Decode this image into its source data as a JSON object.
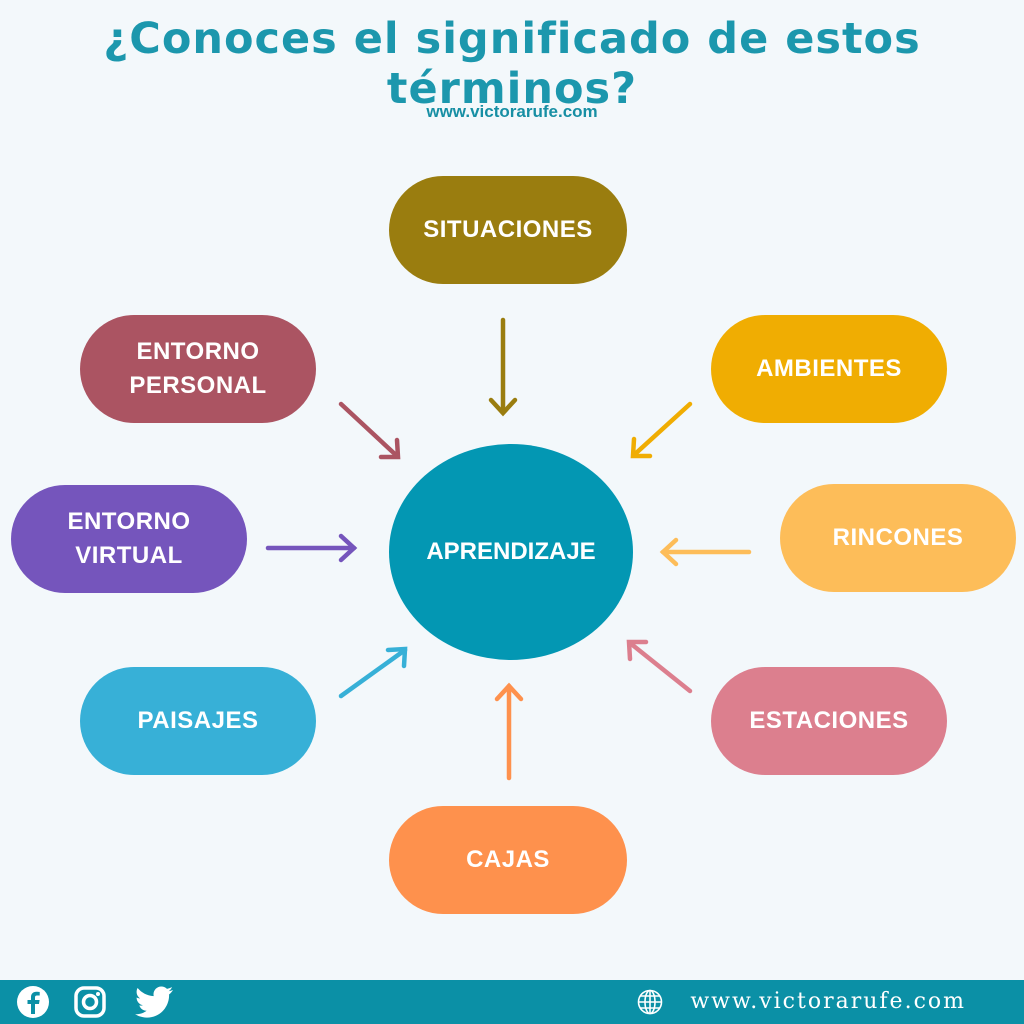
{
  "header": {
    "title": "¿Conoces el significado de estos términos?",
    "website": "www.victorarufe.com"
  },
  "diagram": {
    "center": {
      "label": "APRENDIZAJE",
      "color": "#0397b3"
    },
    "nodes": [
      {
        "id": "situaciones",
        "label": "SITUACIONES",
        "color": "#9a7d0f"
      },
      {
        "id": "ambientes",
        "label": "AMBIENTES",
        "color": "#f0ad02"
      },
      {
        "id": "rincones",
        "label": "RINCONES",
        "color": "#fdbd59"
      },
      {
        "id": "estaciones",
        "label": "ESTACIONES",
        "color": "#dc7f8e"
      },
      {
        "id": "cajas",
        "label": "CAJAS",
        "color": "#fe914d"
      },
      {
        "id": "paisajes",
        "label": "PAISAJES",
        "color": "#37b0d7"
      },
      {
        "id": "entorno-virtual",
        "label": "ENTORNO\nVIRTUAL",
        "color": "#7555bc"
      },
      {
        "id": "entorno-personal",
        "label": "ENTORNO\nPERSONAL",
        "color": "#ab5462"
      }
    ]
  },
  "footer": {
    "url": "www.victorarufe.com",
    "icons": [
      "facebook-icon",
      "instagram-icon",
      "twitter-icon",
      "globe-icon"
    ],
    "background": "#0b90a6"
  }
}
